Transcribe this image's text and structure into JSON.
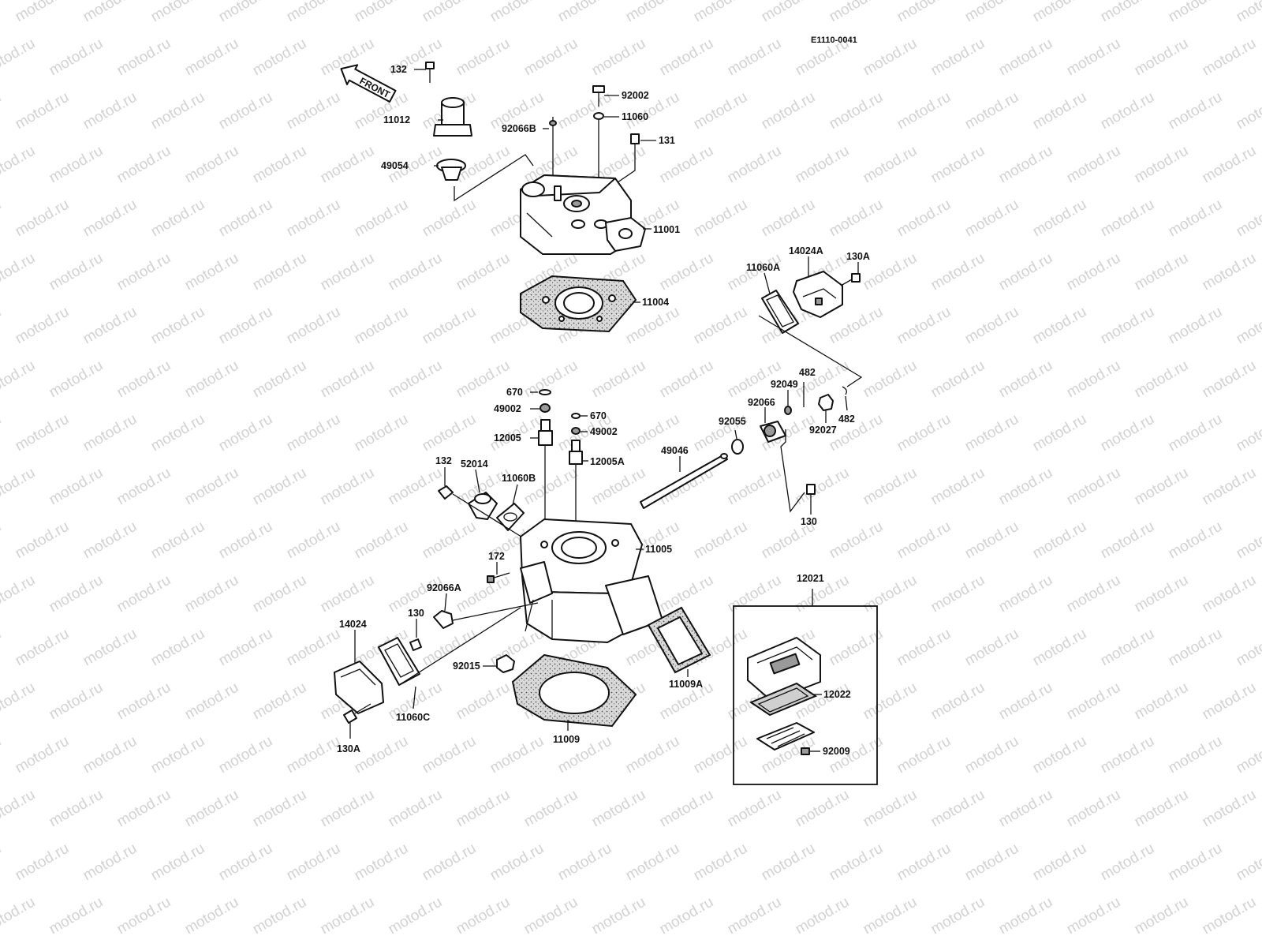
{
  "diagram": {
    "code": "E1110-0041",
    "front_label": "FRONT",
    "watermark": "motod.ru",
    "labels": [
      "132",
      "11012",
      "49054",
      "92002",
      "11060",
      "92066B",
      "131",
      "11001",
      "11004",
      "11060A",
      "14024A",
      "130A",
      "482",
      "92049",
      "92066",
      "92027",
      "482",
      "92055",
      "670",
      "49002",
      "670",
      "49002",
      "12005",
      "12005A",
      "49046",
      "130",
      "132",
      "52014",
      "11060B",
      "11005",
      "172",
      "92066A",
      "130",
      "14024",
      "92015",
      "11060C",
      "11009",
      "11009A",
      "130A",
      "12021",
      "12022",
      "92009"
    ]
  }
}
